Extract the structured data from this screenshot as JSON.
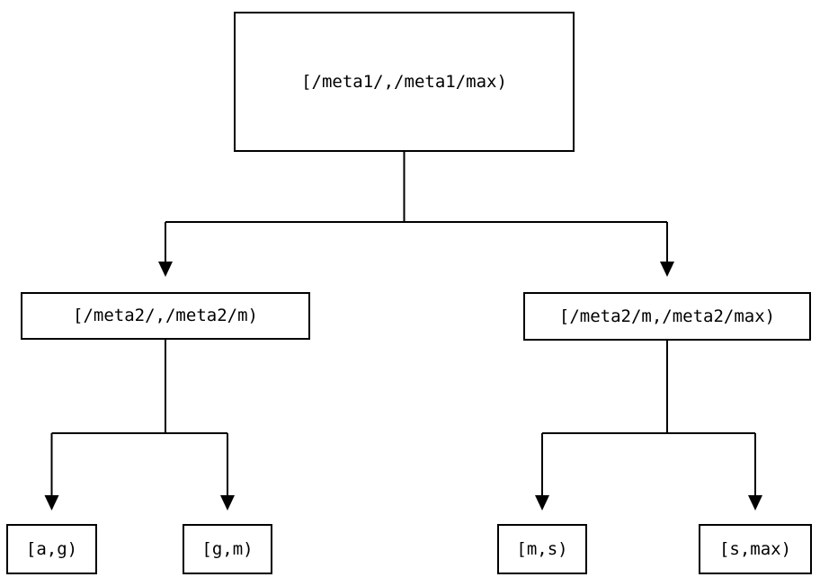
{
  "diagram": {
    "type": "tree",
    "description": "Binary partition tree of key ranges",
    "colors": {
      "background": "#ffffff",
      "line": "#000000",
      "box_border": "#000000",
      "box_background": "#ffffff",
      "text": "#000000"
    },
    "nodes": [
      {
        "id": "root",
        "level": 1,
        "label": "[/meta1/,/meta1/max)"
      },
      {
        "id": "meta2-left",
        "level": 2,
        "label": "[/meta2/,/meta2/m)"
      },
      {
        "id": "meta2-right",
        "level": 2,
        "label": "[/meta2/m,/meta2/max)"
      },
      {
        "id": "a-g",
        "level": 3,
        "label": "[a,g)"
      },
      {
        "id": "g-m",
        "level": 3,
        "label": "[g,m)"
      },
      {
        "id": "m-s",
        "level": 3,
        "label": "[m,s)"
      },
      {
        "id": "s-max",
        "level": 3,
        "label": "[s,max)"
      }
    ],
    "edges": [
      {
        "from": "root",
        "to": "meta2-left",
        "arrow": "down"
      },
      {
        "from": "root",
        "to": "meta2-right",
        "arrow": "down"
      },
      {
        "from": "meta2-left",
        "to": "a-g",
        "arrow": "down"
      },
      {
        "from": "meta2-left",
        "to": "g-m",
        "arrow": "down"
      },
      {
        "from": "meta2-right",
        "to": "m-s",
        "arrow": "down"
      },
      {
        "from": "meta2-right",
        "to": "s-max",
        "arrow": "down"
      }
    ]
  }
}
